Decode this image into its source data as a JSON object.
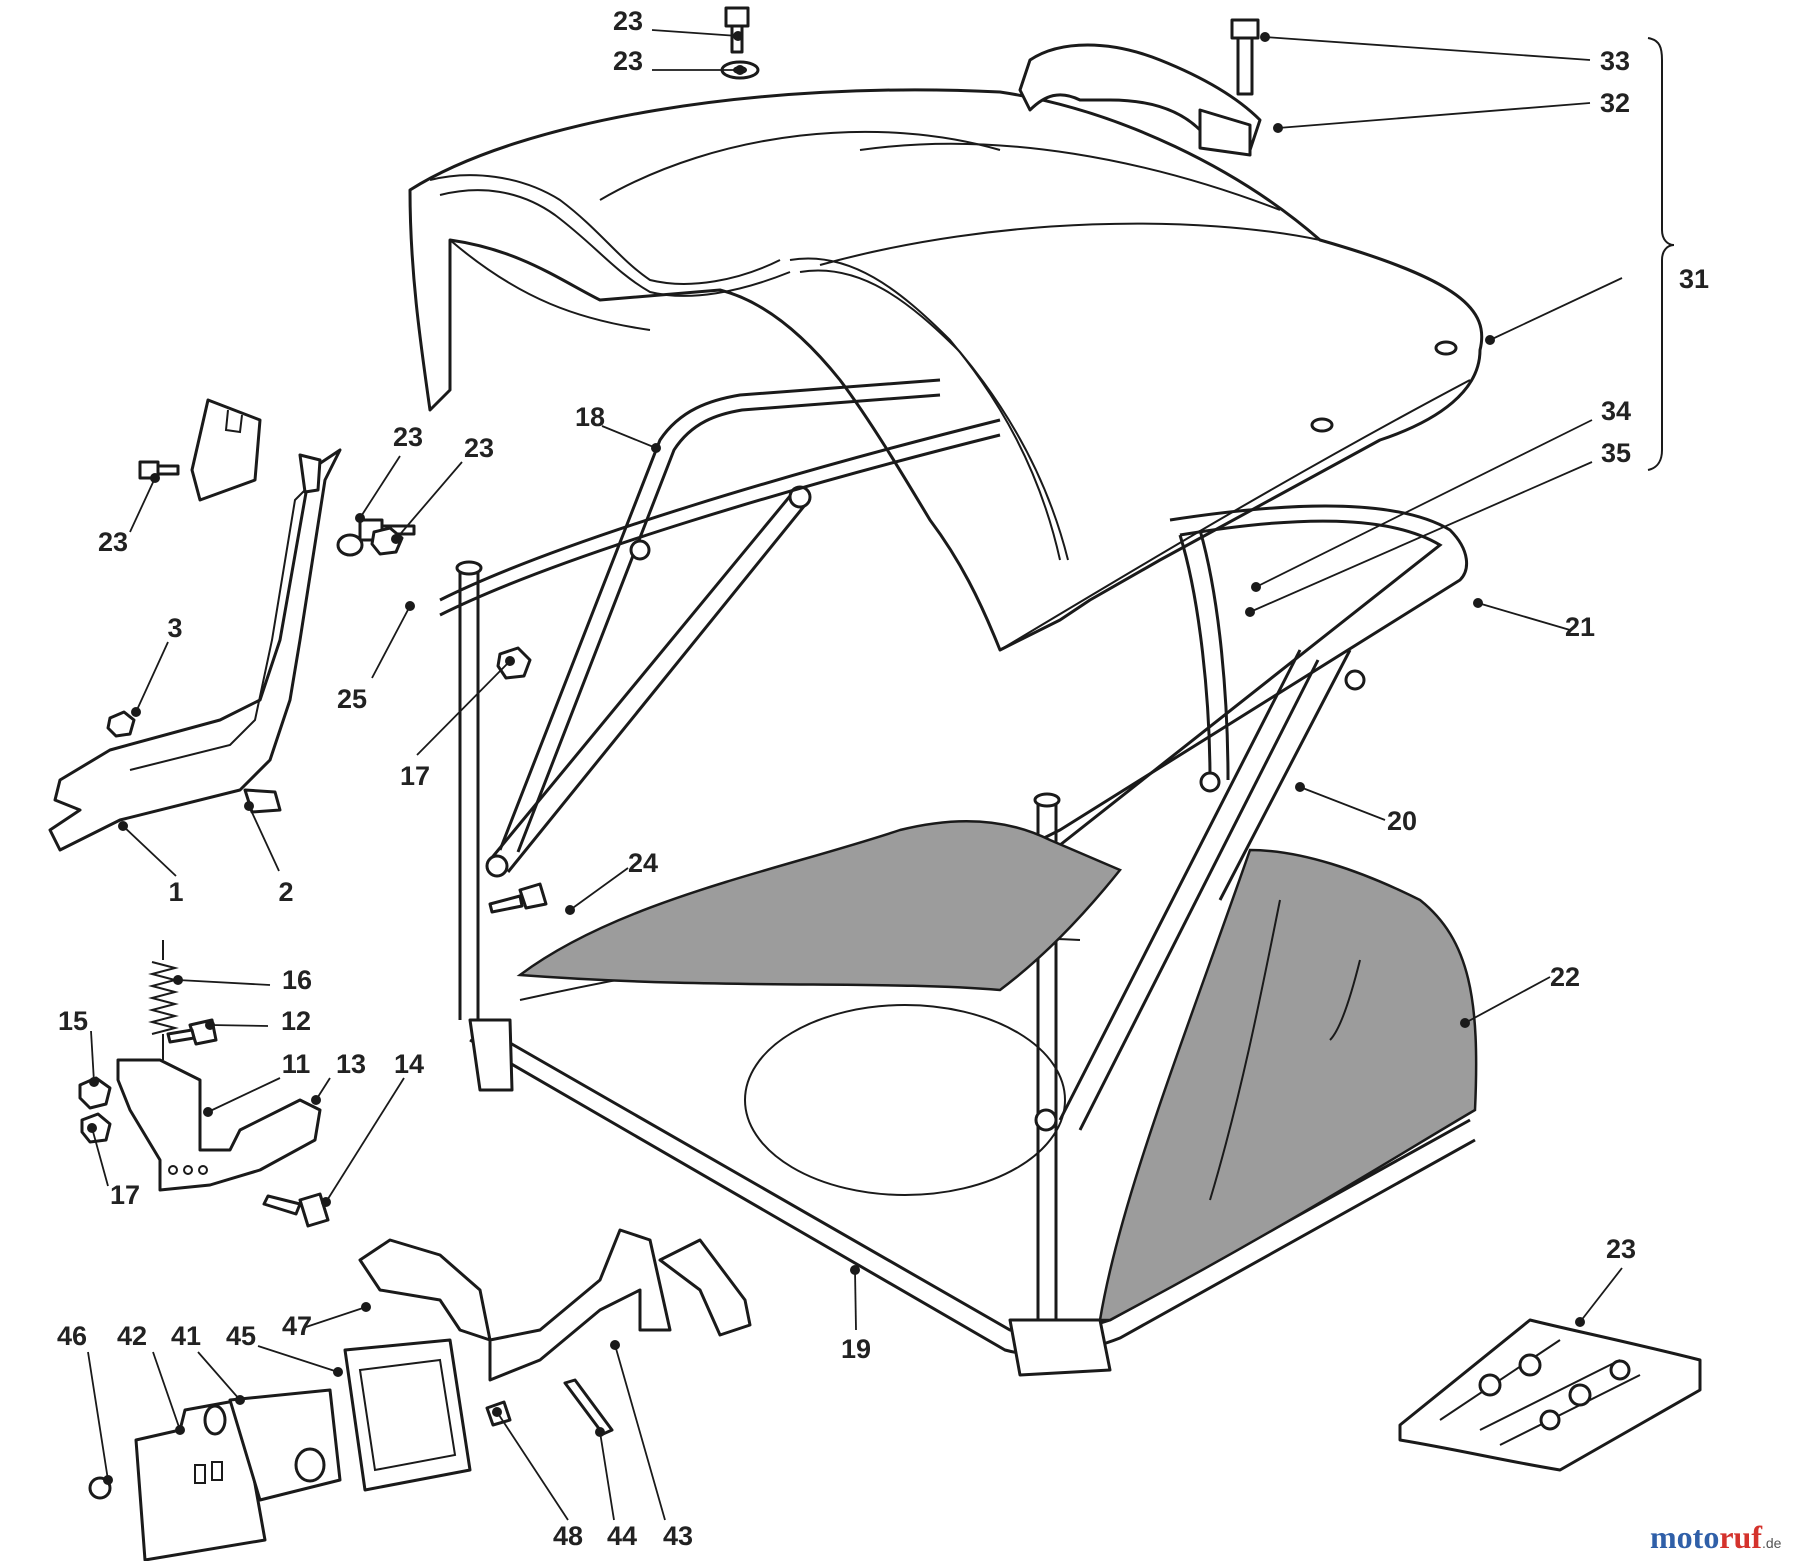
{
  "labels": [
    {
      "id": "c1",
      "text": "23"
    },
    {
      "id": "c2",
      "text": "23"
    },
    {
      "id": "c3",
      "text": "33"
    },
    {
      "id": "c4",
      "text": "32"
    },
    {
      "id": "c5",
      "text": "31"
    },
    {
      "id": "c6",
      "text": "34"
    },
    {
      "id": "c7",
      "text": "35"
    },
    {
      "id": "c8",
      "text": "18"
    },
    {
      "id": "c9",
      "text": "21"
    },
    {
      "id": "c10",
      "text": "20"
    },
    {
      "id": "c11",
      "text": "22"
    },
    {
      "id": "c12",
      "text": "23"
    },
    {
      "id": "c13",
      "text": "23"
    },
    {
      "id": "c14",
      "text": "23"
    },
    {
      "id": "c15",
      "text": "25"
    },
    {
      "id": "c16",
      "text": "17"
    },
    {
      "id": "c17",
      "text": "3"
    },
    {
      "id": "c18",
      "text": "1"
    },
    {
      "id": "c19",
      "text": "2"
    },
    {
      "id": "c20",
      "text": "24"
    },
    {
      "id": "c21",
      "text": "16"
    },
    {
      "id": "c22",
      "text": "15"
    },
    {
      "id": "c23",
      "text": "12"
    },
    {
      "id": "c24",
      "text": "11"
    },
    {
      "id": "c25",
      "text": "13"
    },
    {
      "id": "c26",
      "text": "14"
    },
    {
      "id": "c27",
      "text": "17"
    },
    {
      "id": "c28",
      "text": "19"
    },
    {
      "id": "c29",
      "text": "23"
    },
    {
      "id": "c30",
      "text": "46"
    },
    {
      "id": "c31",
      "text": "42"
    },
    {
      "id": "c32",
      "text": "41"
    },
    {
      "id": "c33",
      "text": "45"
    },
    {
      "id": "c34",
      "text": "47"
    },
    {
      "id": "c35",
      "text": "48"
    },
    {
      "id": "c36",
      "text": "44"
    },
    {
      "id": "c37",
      "text": "43"
    }
  ],
  "watermark": {
    "part1": "moto",
    "part2": "ruf",
    "suffix": ".de"
  }
}
